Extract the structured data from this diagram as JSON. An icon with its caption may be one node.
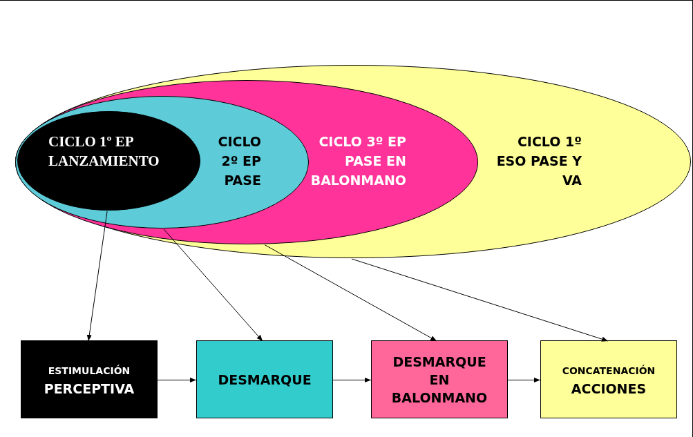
{
  "diagram": {
    "nodes": [
      {
        "text": [
          "CICLO 1º ESO PASE Y VA"
        ]
      },
      {
        "text": [
          "CICLO 3º EP PASE EN BALONMANO"
        ],
        "in": 0
      },
      {
        "text": [
          "CICLO 2º EP PASE"
        ],
        "in": 1
      },
      {
        "text": [
          "CICLO 1º EP LANZAMIENTO"
        ],
        "in": 2
      },
      {
        "text": [
          "ESTIMULACIÓN",
          "PERCEPTIVA"
        ]
      },
      {
        "text": [
          "DESMARQUE"
        ]
      },
      {
        "text": [
          "DESMARQUE EN BALONMANO"
        ]
      },
      {
        "text": [
          "CONCATENACIÓN",
          "ACCIONES"
        ]
      }
    ],
    "edges": [
      {
        "from": 3,
        "to": 4,
        "arrow": "to"
      },
      {
        "from": 2,
        "to": 5,
        "arrow": "to"
      },
      {
        "from": 1,
        "to": 6,
        "arrow": "to"
      },
      {
        "from": 0,
        "to": 7,
        "arrow": "to"
      },
      {
        "from": 4,
        "to": 5,
        "arrow": "to"
      },
      {
        "from": 5,
        "to": 6,
        "arrow": "to"
      },
      {
        "from": 6,
        "to": 7,
        "arrow": "to"
      }
    ]
  }
}
